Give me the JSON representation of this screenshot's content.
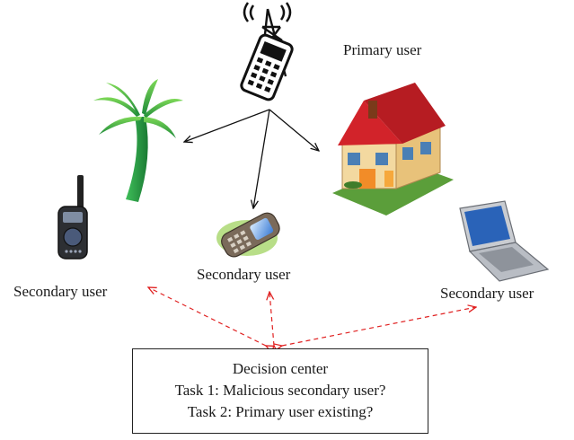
{
  "labels": {
    "primary_user": "Primary user",
    "secondary_user_left": "Secondary user",
    "secondary_user_center": "Secondary user",
    "secondary_user_right": "Secondary user"
  },
  "decision_center": {
    "title": "Decision center",
    "task1": "Task 1: Malicious secondary user?",
    "task2": "Task 2: Primary user existing?"
  },
  "icons": [
    "cell-tower-phone-icon",
    "palm-tree-icon",
    "house-icon",
    "walkie-talkie-icon",
    "mobile-phone-icon",
    "laptop-icon"
  ],
  "colors": {
    "primary_arrows": "#111111",
    "report_arrows": "#e02020",
    "roof": "#d2232a",
    "palm": "#2fa84f",
    "wall": "#f3d9a0"
  }
}
